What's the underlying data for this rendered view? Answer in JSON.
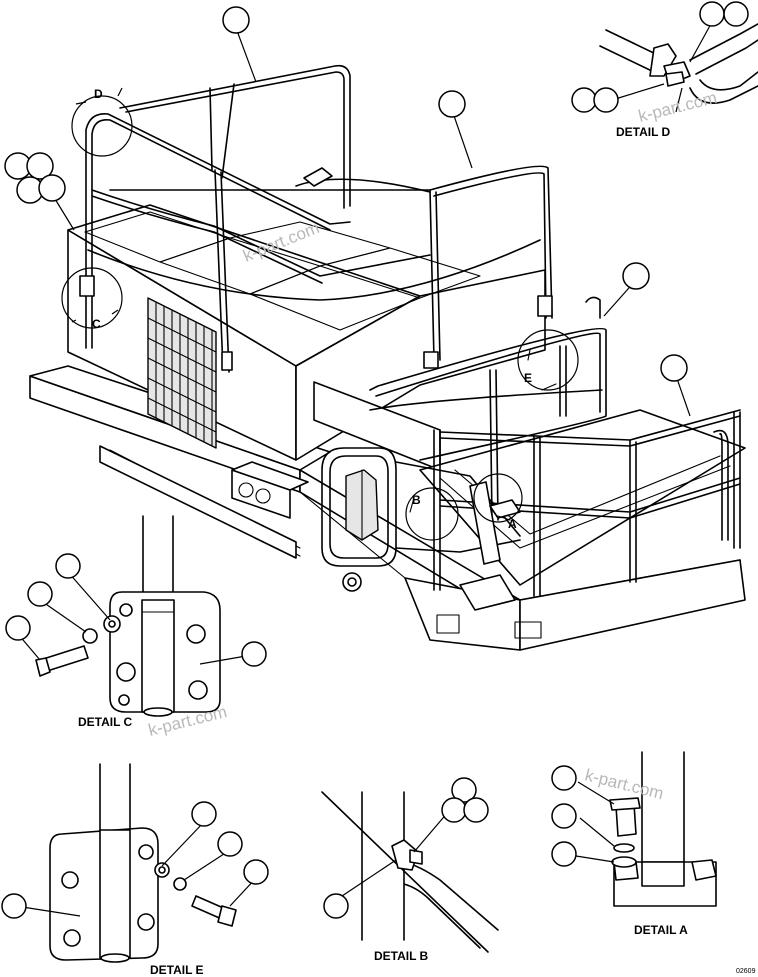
{
  "view_labels": {
    "a": "A",
    "b": "B",
    "c": "C",
    "d": "D",
    "e": "E"
  },
  "detail_labels": {
    "detail_a": "DETAIL A",
    "detail_b": "DETAIL B",
    "detail_c": "DETAIL C",
    "detail_d": "DETAIL D",
    "detail_e": "DETAIL E"
  },
  "watermark": "k-part.com",
  "drawing_code": "02609"
}
